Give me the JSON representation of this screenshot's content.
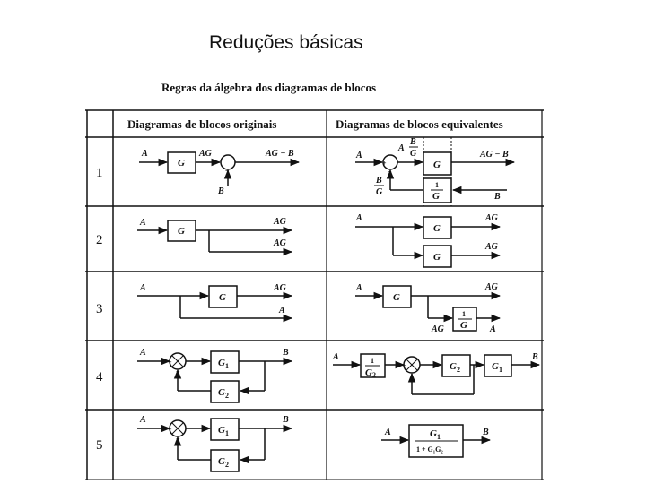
{
  "page_title": "Reduções básicas",
  "figure": {
    "subtitle": "Regras da álgebra dos diagramas de blocos",
    "col_original": "Diagramas de blocos originais",
    "col_equivalent": "Diagramas de blocos equivalentes",
    "row_numbers": [
      "1",
      "2",
      "3",
      "4",
      "5"
    ]
  },
  "labels": {
    "A": "A",
    "B": "B",
    "G": "G",
    "AG": "AG",
    "AG_minus_B": "AG − B",
    "G1": "G",
    "G2": "G",
    "one": "1",
    "plus": "+",
    "minus": "−",
    "B_over_G_num": "B",
    "B_over_G_den": "G",
    "one_plus_G1G2": "1 + G₁G₂",
    "sub1": "1",
    "sub2": "2"
  }
}
